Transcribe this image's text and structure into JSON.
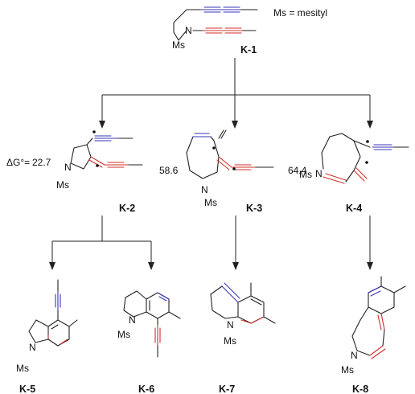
{
  "note": "Ms = mesityl",
  "delta_g_symbol": "ΔG°=",
  "compounds": {
    "k1": "K-1",
    "k2": "K-2",
    "k3": "K-3",
    "k4": "K-4",
    "k5": "K-5",
    "k6": "K-6",
    "k7": "K-7",
    "k8": "K-8"
  },
  "delta_g_values": {
    "k2": "22.7",
    "k3": "58.6",
    "k4": "64.4"
  },
  "atoms": {
    "nitrogen": "N",
    "mesityl": "Ms"
  },
  "colors": {
    "blue": "#3a35b8",
    "red": "#d2302a",
    "black": "#222222"
  }
}
